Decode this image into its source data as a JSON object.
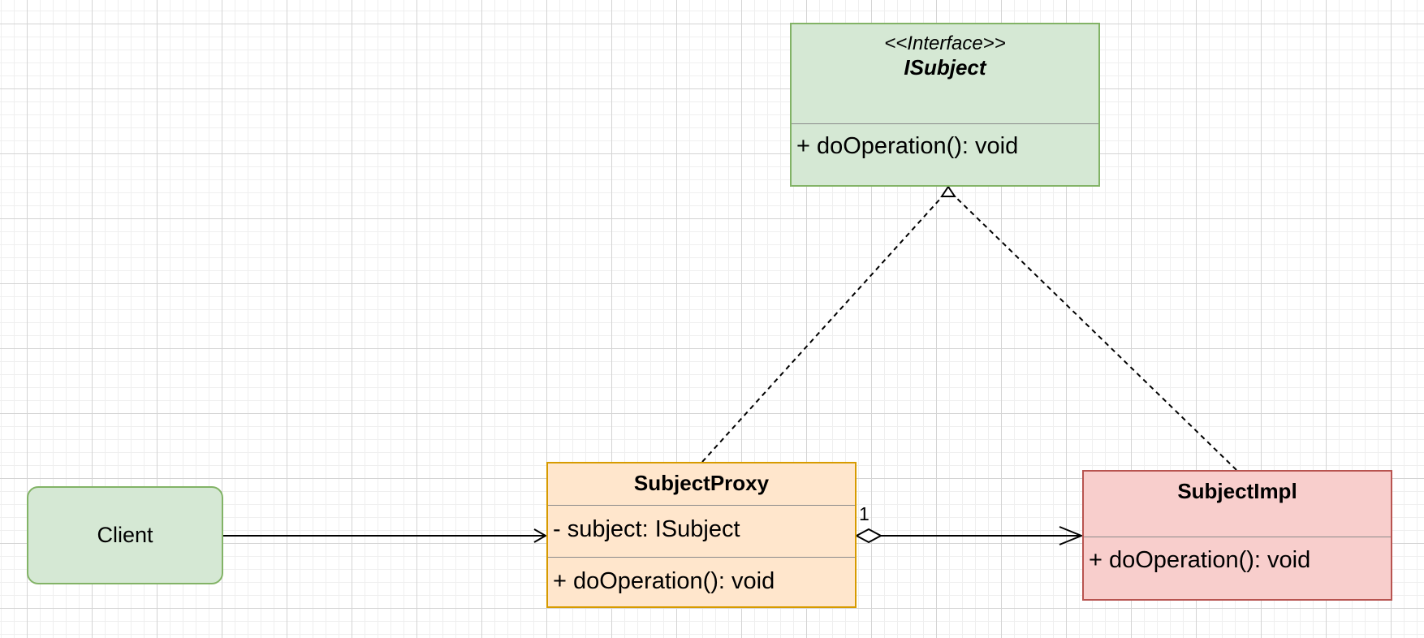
{
  "colors": {
    "green_fill": "#d5e8d4",
    "green_border": "#82b366",
    "orange_fill": "#ffe6cc",
    "orange_border": "#d79b00",
    "red_fill": "#f8cecc",
    "red_border": "#b85450",
    "line": "#000000"
  },
  "interface": {
    "stereotype": "<<Interface>>",
    "name": "ISubject",
    "method": "+ doOperation(): void"
  },
  "proxy": {
    "name": "SubjectProxy",
    "attribute": "- subject: ISubject",
    "method": "+ doOperation(): void"
  },
  "impl": {
    "name": "SubjectImpl",
    "method": "+ doOperation(): void"
  },
  "client": {
    "label": "Client"
  },
  "relations": {
    "aggregation_multiplicity": "1"
  }
}
